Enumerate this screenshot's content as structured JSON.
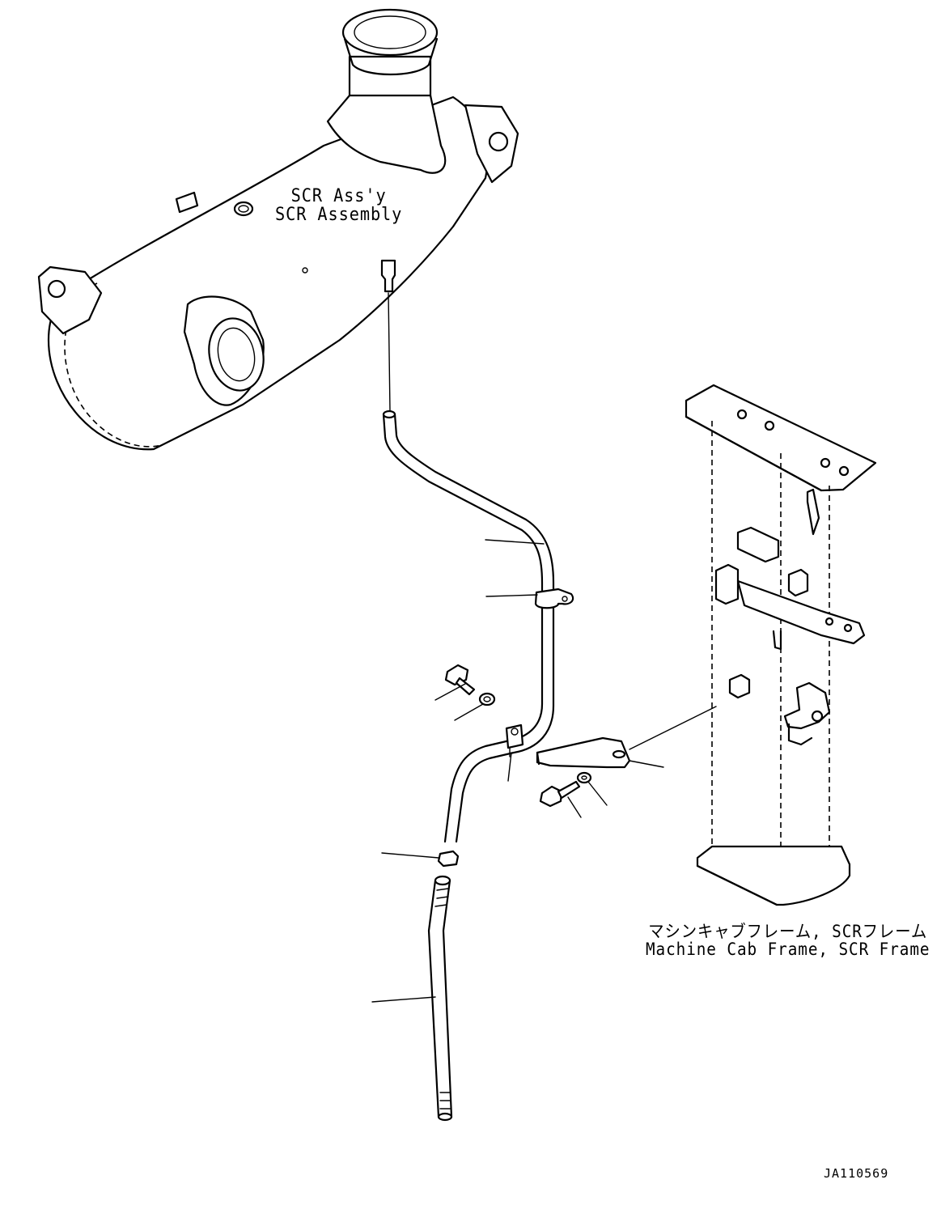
{
  "labels": {
    "scr_assembly_jp": "SCR Ass'y",
    "scr_assembly_en": "SCR Assembly",
    "frame_jp": "マシンキャブフレーム, SCRフレーム",
    "frame_en": "Machine Cab Frame, SCR Frame",
    "drawing_id": "JA110569"
  },
  "colors": {
    "line": "#000000",
    "background": "#ffffff"
  }
}
